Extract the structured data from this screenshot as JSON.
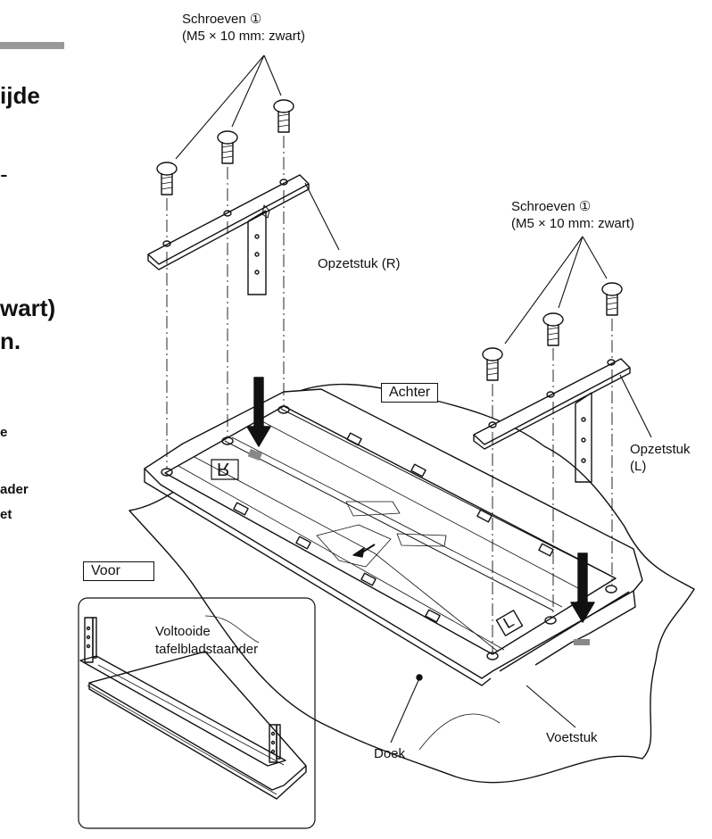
{
  "left_text": {
    "frag1": "ijde",
    "frag2": "-",
    "frag3": "wart)",
    "frag4": "n.",
    "frag5": "e",
    "frag6": "ader",
    "frag7": "et"
  },
  "callouts": {
    "screws_top_title": "Schroeven ①",
    "screws_top_spec": "(M5 × 10 mm: zwart)",
    "screws_right_title": "Schroeven ①",
    "screws_right_spec": "(M5 × 10 mm: zwart)",
    "bracket_r": "Opzetstuk (R)",
    "bracket_l_1": "Opzetstuk",
    "bracket_l_2": "(L)",
    "back": "Achter",
    "front": "Voor",
    "cloth": "Doek",
    "base": "Voetstuk",
    "completed_1": "Voltooide",
    "completed_2": "tafelbladstaander",
    "mark_r": "R",
    "mark_l": "L"
  },
  "accent": "#111111"
}
